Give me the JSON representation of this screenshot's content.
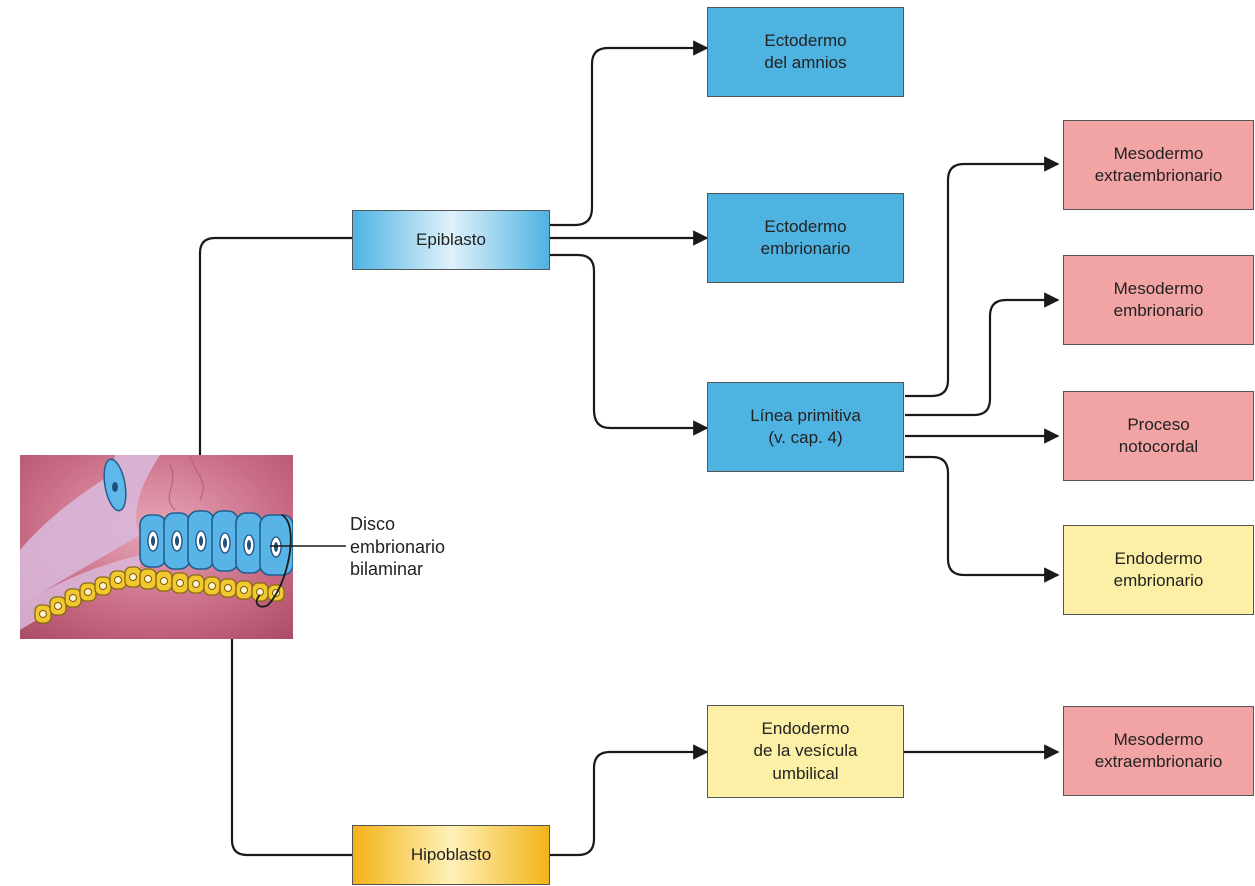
{
  "nodes": {
    "epiblasto": {
      "lines": [
        "Epiblasto"
      ]
    },
    "hipoblasto": {
      "lines": [
        "Hipoblasto"
      ]
    },
    "ectodermo_amnios": {
      "lines": [
        "Ectodermo",
        "del amnios"
      ]
    },
    "ectodermo_embrionario": {
      "lines": [
        "Ectodermo",
        "embrionario"
      ]
    },
    "linea_primitiva": {
      "lines": [
        "Línea primitiva",
        "(v. cap. 4)"
      ]
    },
    "mesodermo_extraembrionario_1": {
      "lines": [
        "Mesodermo",
        "extraembrionario"
      ]
    },
    "mesodermo_embrionario": {
      "lines": [
        "Mesodermo",
        "embrionario"
      ]
    },
    "proceso_notocordal": {
      "lines": [
        "Proceso",
        "notocordal"
      ]
    },
    "endodermo_embrionario": {
      "lines": [
        "Endodermo",
        "embrionario"
      ]
    },
    "endodermo_vesicula": {
      "lines": [
        "Endodermo",
        "de la vesícula",
        "umbilical"
      ]
    },
    "mesodermo_extraembrionario_2": {
      "lines": [
        "Mesodermo",
        "extraembrionario"
      ]
    }
  },
  "illustration_label": {
    "lines": [
      "Disco",
      "embrionario",
      "bilaminar"
    ]
  },
  "colors": {
    "blue": "#4fb3e2",
    "orange": "#f2b318",
    "pink": "#f2a3a3",
    "yellow": "#fbf0a6",
    "line": "#1a1a1a"
  }
}
